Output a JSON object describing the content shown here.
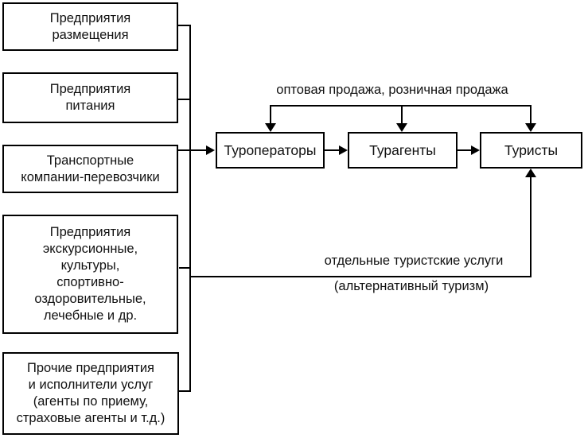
{
  "diagram": {
    "left_boxes": [
      {
        "label": [
          "Предприятия",
          "размещения"
        ]
      },
      {
        "label": [
          "Предприятия",
          "питания"
        ]
      },
      {
        "label": [
          "Транспортные",
          "компании-перевозчики"
        ]
      },
      {
        "label": [
          "Предприятия",
          "экскурсионные,",
          "культуры,",
          "спортивно-",
          "оздоровительные,",
          "лечебные и др."
        ]
      },
      {
        "label": [
          "Прочие предприятия",
          "и исполнители услуг",
          "(агенты по приему,",
          "страховые агенты и т.д.)"
        ]
      }
    ],
    "chain_boxes": [
      {
        "label": "Туроператоры"
      },
      {
        "label": "Турагенты"
      },
      {
        "label": "Туристы"
      }
    ],
    "annotations": {
      "wholesale_retail": "оптовая продажа, розничная продажа",
      "separate_services": "отдельные туристские услуги",
      "alternative_tourism": "(альтернативный туризм)"
    },
    "colors": {
      "line": "#000000",
      "background": "#ffffff",
      "text": "#111111"
    }
  }
}
